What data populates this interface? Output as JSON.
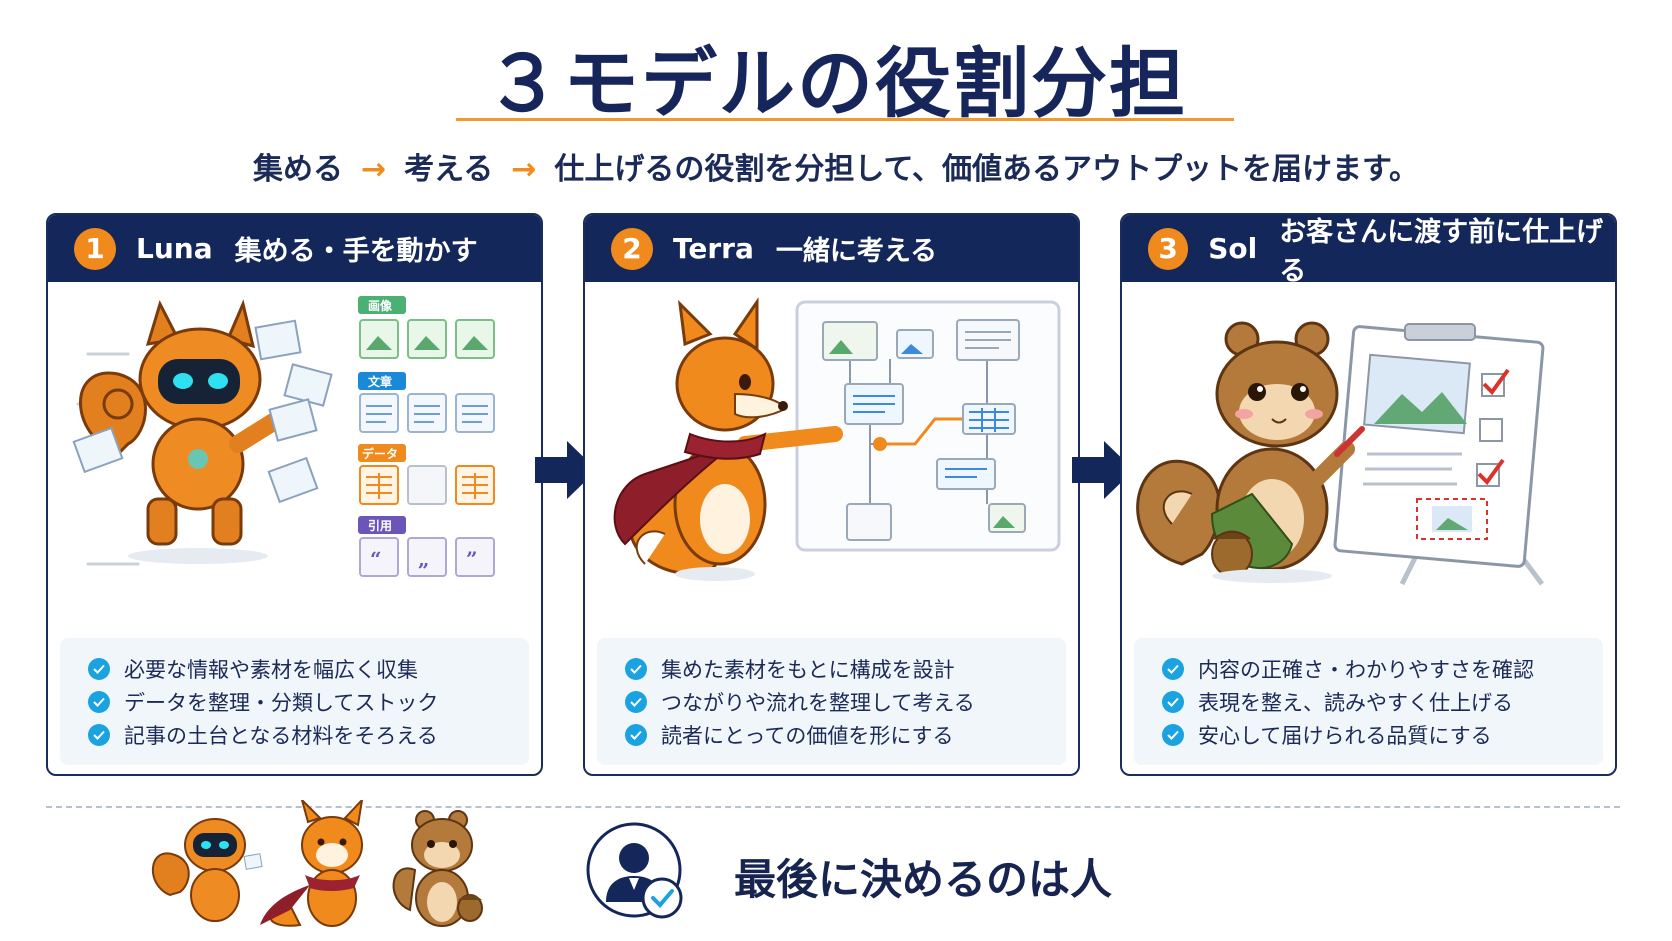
{
  "title": "３モデルの役割分担",
  "subtitle": {
    "step1": "集める",
    "step2": "考える",
    "rest": "仕上げるの役割を分担して、価値あるアウトプットを届けます。"
  },
  "colors": {
    "navy": "#14275a",
    "orange": "#f08a1d",
    "check": "#1aa3e0",
    "panel": "#f1f6fb"
  },
  "cards": [
    {
      "number": "1",
      "name": "Luna",
      "role": "集める・手を動かす",
      "tags": [
        "画像",
        "文章",
        "データ",
        "引用"
      ],
      "bullets": [
        "必要な情報や素材を幅広く収集",
        "データを整理・分類してストック",
        "記事の土台となる材料をそろえる"
      ]
    },
    {
      "number": "2",
      "name": "Terra",
      "role": "一緒に考える",
      "bullets": [
        "集めた素材をもとに構成を設計",
        "つながりや流れを整理して考える",
        "読者にとっての価値を形にする"
      ]
    },
    {
      "number": "3",
      "name": "Sol",
      "role": "お客さんに渡す前に仕上げる",
      "bullets": [
        "内容の正確さ・わかりやすさを確認",
        "表現を整え、読みやすく仕上げる",
        "安心して届けられる品質にする"
      ]
    }
  ],
  "bottom": {
    "message": "最後に決めるのは人"
  }
}
